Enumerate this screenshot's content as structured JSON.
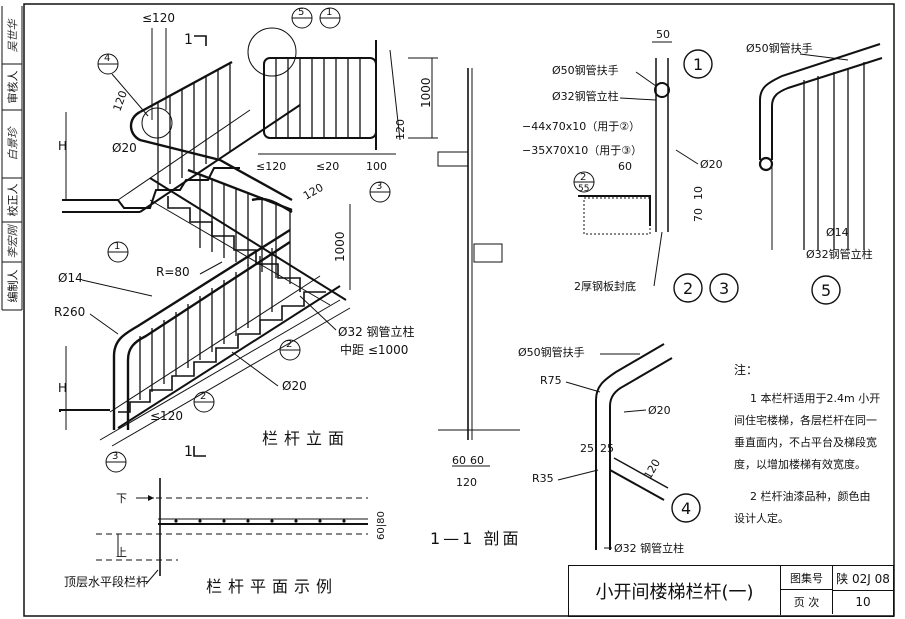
{
  "side_panel": {
    "editor_label": "编制人",
    "editor_sig": "李宏刚",
    "checker_label": "校正人",
    "checker_sig": "白景珍",
    "reviewer_label": "审核人",
    "reviewer_sig": "吴世华"
  },
  "elevation": {
    "title": "栏杆立面",
    "dims": {
      "top_120": "≤120",
      "d120": "120",
      "h1000": "1000",
      "r80": "R=80",
      "r260": "R260",
      "b120": "≤120"
    },
    "labels": {
      "phi20_a": "Ø20",
      "phi14": "Ø14",
      "phi20_b": "Ø20",
      "post": "Ø32 钢管立柱",
      "post_spacing": "中距 ≤1000",
      "H": "H",
      "sec_mark": "1"
    },
    "callouts": {
      "c1": "1",
      "c2": "2",
      "c3": "3",
      "c4": "4"
    }
  },
  "panel": {
    "dims": {
      "h1000": "1000",
      "h120": "120",
      "w120": "≤120",
      "w20": "≤20",
      "w100": "100"
    },
    "callouts": {
      "c5": "5",
      "c1": "1",
      "c3": "3"
    }
  },
  "plan": {
    "title": "栏杆平面示例",
    "down": "下",
    "up": "上",
    "top_rail": "顶层水平段栏杆",
    "dim": "60|80"
  },
  "section11": {
    "title": "1—1 剖面",
    "dims": {
      "a": "60",
      "b": "60",
      "c": "120"
    }
  },
  "detail1": {
    "id": "1",
    "dim50": "50",
    "handrail": "Ø50钢管扶手",
    "post": "Ø32钢管立柱",
    "plate1": "−44x70x10（用于②）",
    "plate2": "−35X70X10（用于③）",
    "dim60": "60",
    "phi20": "Ø20",
    "dim70": "70",
    "dim10": "10",
    "note": "2厚钢板封底",
    "ids23": [
      "2",
      "3"
    ],
    "callout_num": "2",
    "callout_den": "55"
  },
  "detail5": {
    "id": "5",
    "handrail": "Ø50钢管扶手",
    "phi14": "Ø14",
    "post": "Ø32钢管立柱"
  },
  "detail4": {
    "id": "4",
    "handrail": "Ø50钢管扶手",
    "r75": "R75",
    "phi20": "Ø20",
    "d25a": "25",
    "d25b": "25",
    "d120": "120",
    "r35": "R35",
    "post": "Ø32 钢管立柱"
  },
  "notes": {
    "heading": "注：",
    "n1": [
      "1 本栏杆适用于2.4m 小开",
      "间住宅楼梯，各层栏杆在同一",
      "垂直面内，不占平台及梯段宽",
      "度，以增加楼梯有效宽度。"
    ],
    "n2": [
      "2 栏杆油漆品种，颜色由",
      "设计人定。"
    ]
  },
  "title_block": {
    "title": "小开间楼梯栏杆(一)",
    "atlas_label": "图集号",
    "atlas_value": "陕 02J 08",
    "page_label": "页 次",
    "page_value": "10"
  }
}
